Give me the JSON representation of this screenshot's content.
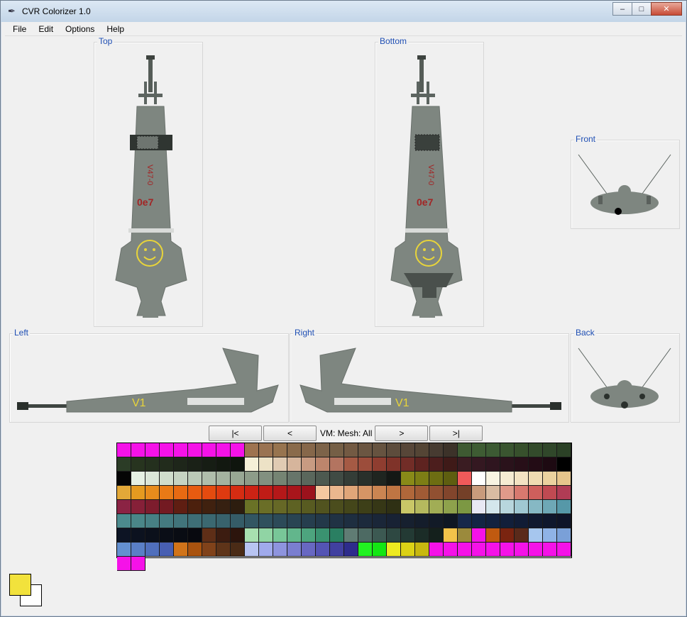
{
  "window": {
    "title": "CVR Colorizer 1.0"
  },
  "menu": [
    "File",
    "Edit",
    "Options",
    "Help"
  ],
  "views": {
    "top": "Top",
    "bottom": "Bottom",
    "front": "Front",
    "left": "Left",
    "right": "Right",
    "back": "Back"
  },
  "decals": {
    "code_top": "V47-0",
    "code_bottom": "V47-0",
    "num_top": "0e7",
    "num_bottom": "0e7",
    "side_left": "V1",
    "side_right": "V1"
  },
  "nav": {
    "first": "|<",
    "prev": "<",
    "vm_label": "VM: Mesh: All",
    "next": ">",
    "last": ">|"
  },
  "colors": {
    "foreground": "#f2e23c",
    "background": "#ffffff",
    "accent": "#1f4fb4",
    "ship": "#7e8680"
  },
  "palette": [
    "#f512e8",
    "#f512e8",
    "#f512e8",
    "#f512e8",
    "#f512e8",
    "#f512e8",
    "#f512e8",
    "#f512e8",
    "#f512e8",
    "#9e7350",
    "#9a7352",
    "#97744f",
    "#8a6b4b",
    "#86674a",
    "#7d6349",
    "#755f46",
    "#735a43",
    "#6b5642",
    "#665340",
    "#5d4c3c",
    "#574638",
    "#544535",
    "#473b31",
    "#3c3229",
    "#3e5a32",
    "#3e5c33",
    "#3c5a33",
    "#3a5530",
    "#37502c",
    "#334b2b",
    "#30472a",
    "#2b4126",
    "#2b3c26",
    "#27341f",
    "#24301e",
    "#222c1c",
    "#1e261a",
    "#1a2117",
    "#161d14",
    "#121810",
    "#0f150e",
    "#f5f0d8",
    "#ede2c6",
    "#e0cbb3",
    "#d6b59c",
    "#c89b82",
    "#bd856c",
    "#b37460",
    "#a55a44",
    "#9c4d3b",
    "#8f3d30",
    "#7f3329",
    "#722d27",
    "#5e2320",
    "#4c1e1d",
    "#3f1a18",
    "#3a1c22",
    "#341821",
    "#2f151f",
    "#2a121b",
    "#270f18",
    "#230c15",
    "#1d0a12",
    "#000000",
    "#050505",
    "#e6f1e4",
    "#dbe6d8",
    "#d0ddcc",
    "#c6d3c2",
    "#bbc9b7",
    "#afbdab",
    "#a4b2a0",
    "#98a794",
    "#8d9c89",
    "#829080",
    "#758473",
    "#67756a",
    "#5a675c",
    "#4d5950",
    "#404b44",
    "#343d37",
    "#29302b",
    "#1f2520",
    "#141815",
    "#898a18",
    "#7d7e15",
    "#6d6d12",
    "#5e5e10",
    "#ef5a5a",
    "#ffffff",
    "#f8f4e2",
    "#f6ecd3",
    "#f3e3c3",
    "#efdbb2",
    "#ebd29f",
    "#e6c58c",
    "#e3a838",
    "#e59a20",
    "#e88c1c",
    "#e97a16",
    "#e86a12",
    "#e75b10",
    "#e44b0f",
    "#de3a10",
    "#d52c12",
    "#cc2314",
    "#c01c16",
    "#b41819",
    "#a8151b",
    "#9b121c",
    "#f4c8a0",
    "#eab78e",
    "#e0a679",
    "#d69565",
    "#cb8552",
    "#bf7543",
    "#b0673a",
    "#a05b35",
    "#915031",
    "#82452c",
    "#744028",
    "#c89b7c",
    "#d9bca2",
    "#e09a8a",
    "#d8796f",
    "#ce5f5c",
    "#c04a52",
    "#b03c55",
    "#8b2344",
    "#862038",
    "#7d1c2d",
    "#731a22",
    "#5f1e12",
    "#4c200d",
    "#40210f",
    "#362011",
    "#2d1d0f",
    "#6a7226",
    "#6a6e27",
    "#666826",
    "#5e6223",
    "#585b21",
    "#51531f",
    "#4b4d1d",
    "#44461a",
    "#3d3f18",
    "#363716",
    "#2f3014",
    "#c9c767",
    "#b5b95e",
    "#a1ad55",
    "#8ea24c",
    "#7c9843",
    "#e8e8f4",
    "#d4e6ec",
    "#b8d6dd",
    "#a0c8d2",
    "#86b8c4",
    "#6ea8b6",
    "#5698a8",
    "#4c8b8e",
    "#4a8688",
    "#478084",
    "#447a80",
    "#41747b",
    "#3e6e76",
    "#3b6871",
    "#38626c",
    "#355c67",
    "#325662",
    "#2f505d",
    "#2c4a58",
    "#294453",
    "#263e4e",
    "#233849",
    "#203244",
    "#1e2e40",
    "#1c2a3c",
    "#1a2638",
    "#182234",
    "#16202f",
    "#141d2b",
    "#121a27",
    "#0f1723",
    "#16284a",
    "#142544",
    "#13223f",
    "#121f3a",
    "#111c35",
    "#101930",
    "#0f172c",
    "#0e1428",
    "#0d1424",
    "#0c121f",
    "#0b101b",
    "#0a0e17",
    "#090c13",
    "#08090f",
    "#5e2e17",
    "#3c1c10",
    "#2c140c",
    "#a8e0b0",
    "#90d4a4",
    "#78c698",
    "#62b68c",
    "#4da47e",
    "#3a9270",
    "#2a7f62",
    "#607c74",
    "#4d6a63",
    "#3c5952",
    "#2e4842",
    "#233a34",
    "#1b2c27",
    "#14201c",
    "#f2c34a",
    "#9b8a3c",
    "#f512e8",
    "#c05a10",
    "#7a2410",
    "#5a2a1a",
    "#a6c6ee",
    "#8fb3e6",
    "#7aa0d8",
    "#6490d0",
    "#5a7fc6",
    "#506fbc",
    "#485fb2",
    "#d1741a",
    "#a9530f",
    "#80421a",
    "#5e3419",
    "#4a2b16",
    "#b8c4f2",
    "#a0aaec",
    "#8e94de",
    "#7a7ed0",
    "#6868c2",
    "#5454b4",
    "#4140a0",
    "#2e2c8c",
    "#21f221",
    "#14e614",
    "#eeea20",
    "#dcd216",
    "#c8b810",
    "#f512e8",
    "#f512e8",
    "#f512e8",
    "#f512e8",
    "#f512e8",
    "#f512e8",
    "#f512e8",
    "#f512e8",
    "#f512e8",
    "#f512e8",
    "#f512e8",
    "#f512e8"
  ]
}
